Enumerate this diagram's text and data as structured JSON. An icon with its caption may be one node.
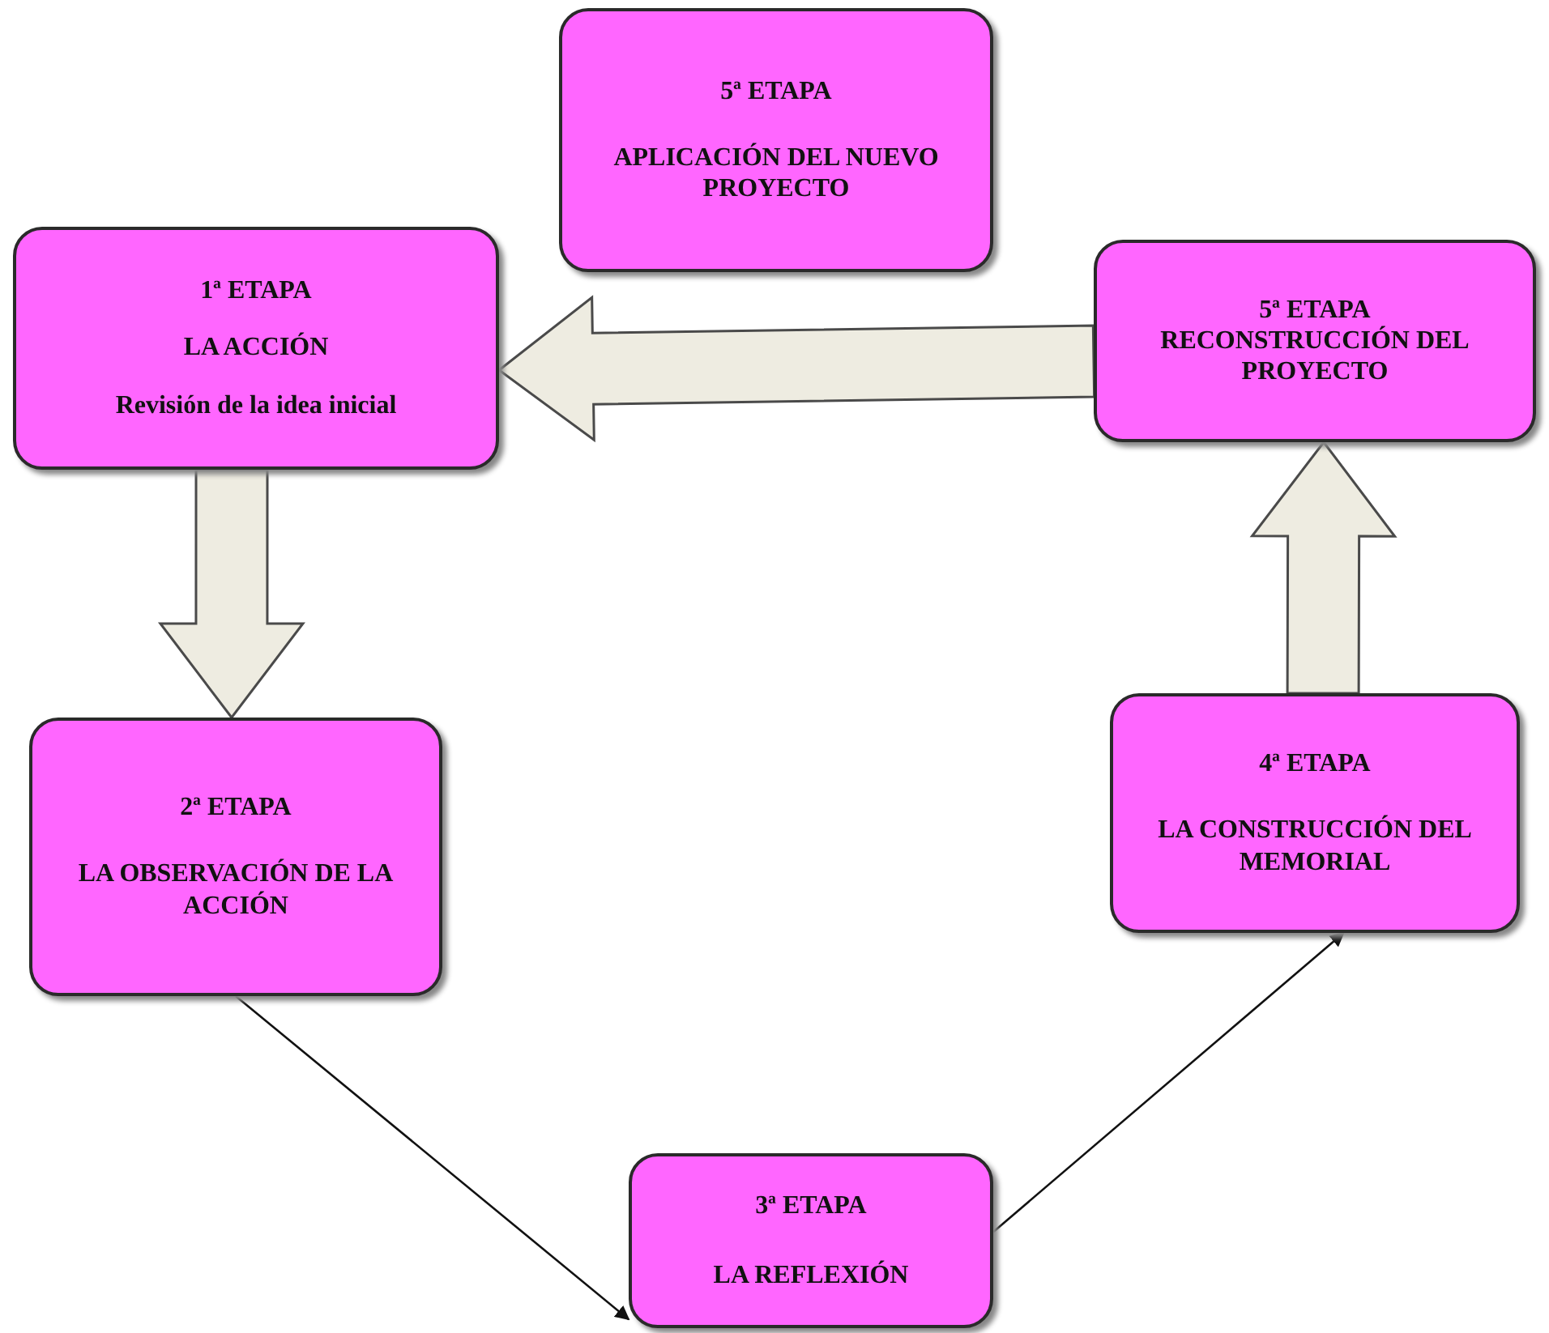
{
  "diagram": {
    "nodes": [
      {
        "text": [
          "5ª ETAPA",
          "APLICACIÓN DEL NUEVO PROYECTO"
        ]
      },
      {
        "text": [
          "1ª ETAPA",
          "LA ACCIÓN",
          "Revisión de la idea inicial"
        ]
      },
      {
        "text": [
          "5ª ETAPA",
          "RECONSTRUCCIÓN DEL PROYECTO"
        ]
      },
      {
        "text": [
          "2ª ETAPA",
          "LA OBSERVACIÓN DE LA ACCIÓN"
        ]
      },
      {
        "text": [
          "4ª ETAPA",
          "LA CONSTRUCCIÓN DEL MEMORIAL"
        ]
      },
      {
        "text": [
          "3ª ETAPA",
          "LA REFLEXIÓN"
        ]
      }
    ],
    "edges": [
      {
        "from": 1,
        "to": 3,
        "arrow": "to",
        "style": "thick"
      },
      {
        "from": 3,
        "to": 5,
        "arrow": "to"
      },
      {
        "from": 5,
        "to": 4,
        "arrow": "to"
      },
      {
        "from": 4,
        "to": 2,
        "arrow": "to",
        "style": "thick"
      },
      {
        "from": 2,
        "to": 1,
        "arrow": "to",
        "style": "thick"
      }
    ]
  }
}
